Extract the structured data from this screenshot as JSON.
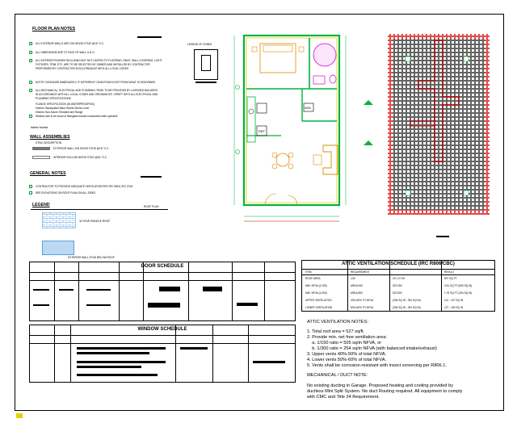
{
  "notes": {
    "title": "FLOOR PLAN NOTES",
    "items": [
      "ALL EXTERIOR WALLS ARE 2X6 WOOD STUD @16\" O.C.",
      "ALL DIMENSIONS ARE TO FACE OF WALL U.N.O.",
      "ALL INTERIOR FINISHES INCLUDING BUT NOT LIMITED TO FLOORING, PAINT, WALL COVERING, LIGHT",
      "FIXTURES, TRIM, ETC. ARE TO BE SELECTED BY OWNER AND INSTALLED BY CONTRACTOR",
      "PERFORMED BY CONTRACTOR IN ACCORDANCE WITH ALL LOCAL CODES",
      "NOTIFY DESIGNER IMMEDIATELY IF DIFFERENT CONDITIONS EXIST FROM WHAT IS DESCRIBED.",
      "ALL MECHANICAL, ELECTRICAL AND PLUMBING ITEMS TO BE PROVIDED BY LICENSED BUILDERS",
      "IN ACCORDANCE WITH ALL LOCAL CODES AND ORDINANCES. VERIFY WITH ALL ELECTRICAL AND",
      "PLUMBING SPECIFICATIONS",
      "FLANGE SPECIFICATION (IN WATERPROOFING)",
      "Kitchen: Backsplash Back Sheets Senior Level",
      "Kitchen: Box Above: Elevated and Range",
      "Window size to be wood or fiberglass framed construction with operable",
      "leather headed"
    ],
    "wall_title": "WALL ASSEMBLIES",
    "wall_head": "ITEM | DESCRIPTION",
    "wall_items": [
      "EXTERIOR WALL 2X6 WOOD STUD @16\" O.C.",
      "INTERIOR HOLLOW WOOD STUD @16\" O.C."
    ],
    "general_title": "GENERAL NOTES",
    "general_items": [
      "CONTRACTOR TO PROVIDE ADEQUATE VENTILATION PER IRC R806, IRC 2018",
      "SEE ELEVATIONS ON ROOF PLAN ON ALL SIDES"
    ]
  },
  "legend": {
    "title": "LEGEND",
    "sub": "ROOF PLAN",
    "shingle_label": "30 YEAR SHINGLE ROOF",
    "wall_label": "EXTERIOR WALL STUD BELOW ROOF"
  },
  "door_schedule": {
    "title": "DOOR SCHEDULE"
  },
  "window_schedule": {
    "title": "WINDOW SCHEDULE"
  },
  "legend_key": "LEGEND OF ZONES",
  "plan_labels": {
    "fridge": "REF",
    "wd": "W/D"
  },
  "attic": {
    "title": "ATTIC VENTILATION  SCHEDULE (IRC R806/CBC)",
    "headers": [
      "ITEM",
      "REQUIREMENT",
      "",
      "RESULT"
    ],
    "rows": [
      [
        "ROOF AREA",
        "L/W",
        "20 x 27.06",
        "527 SQ FT"
      ],
      [
        "MIN. NFVA (1:150)",
        "AREA/150",
        "527/150",
        "3.51 SQ FT (505 SQ IN)"
      ],
      [
        "MIN. NFVA (1:300)",
        "AREA/300",
        "527/300",
        "1.76 SQ FT (254 SQ IN)"
      ],
      [
        "UPPER VENTILATION",
        "40%-50% TO NFVA",
        "(254 SQ IN - 254 SQ IN)",
        "101 - 127 SQ IN"
      ],
      [
        "LOWER VENTILATION",
        "50%-60% TO NFVA",
        "(254 SQ IN - 254 SQ IN)",
        "127 - 152 SQ IN"
      ]
    ],
    "notes_title": "ATTIC VENTILATION NOTES:",
    "notes": [
      "1. Total roof area = 527 sq/ft.",
      "2. Provide min. net free ventilation area:",
      "    a. 1/150 ratio = 505 sq/in NFVA, or",
      "    b. 1/300 ratio = 254 sq/in NFVA (with balanced intake/exhaust)",
      "3. Upper vents 40%-50% of total NFVA.",
      "4. Lower vents 50%-60% of total NFVA.",
      "5. Vents shall be corrosion-resistant with insect screening per R806.1."
    ],
    "mech_title": "MECHANICAL / DUCT NOTE:",
    "mech_lines": [
      "No existing ducting in Garage. Proposed  heating and cooling provided by",
      "ductless Mini Split System. No duct Routing required. All equipment  to comply",
      "with CMC and Title 24 Requirement."
    ]
  },
  "colors": {
    "wall_green": "#00b33c",
    "yellow": "#e8d000",
    "furniture_orange": "#e08a00",
    "bath_magenta": "#d400d4",
    "roof_red": "#d40000",
    "cyan": "#00bcd4",
    "wall_blue": "#5aa0e0"
  }
}
